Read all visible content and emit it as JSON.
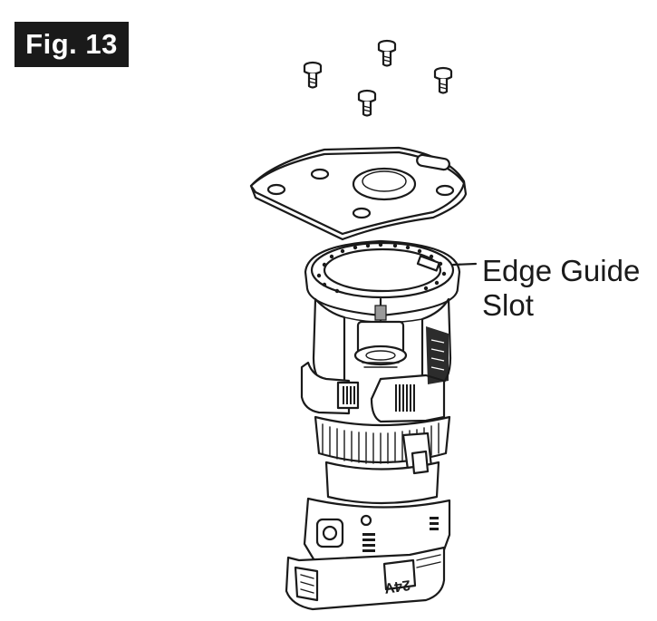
{
  "figure": {
    "label": "Fig. 13"
  },
  "callout": {
    "line1": "Edge Guide",
    "line2": "Slot"
  },
  "badge_label": "24V"
}
